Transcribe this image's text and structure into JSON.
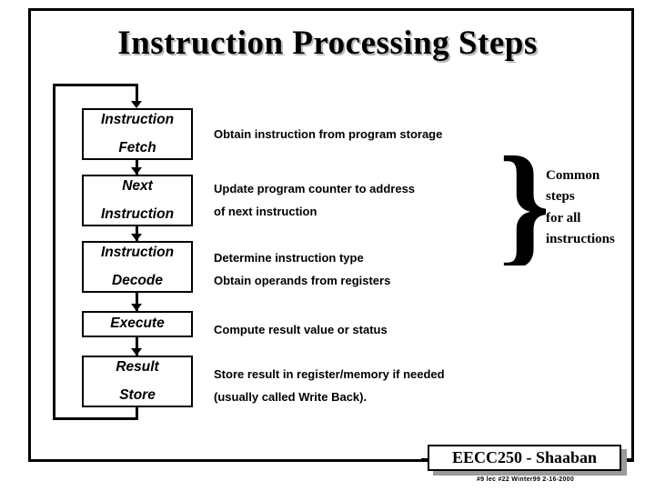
{
  "slide": {
    "title": "Instruction Processing Steps",
    "steps": [
      {
        "id": "fetch",
        "lines": [
          "Instruction",
          "Fetch"
        ],
        "description": [
          "Obtain instruction from program storage"
        ]
      },
      {
        "id": "next",
        "lines": [
          "Next",
          "Instruction"
        ],
        "description": [
          "Update program counter to address",
          "of next instruction"
        ]
      },
      {
        "id": "decode",
        "lines": [
          "Instruction",
          "Decode"
        ],
        "description": [
          "Determine instruction type",
          "Obtain operands from registers"
        ]
      },
      {
        "id": "exec",
        "lines": [
          "Execute"
        ],
        "description": [
          "Compute result value or status"
        ]
      },
      {
        "id": "store",
        "lines": [
          "Result",
          "Store"
        ],
        "description": [
          "Store result in register/memory if needed",
          "(usually called Write Back)."
        ]
      }
    ],
    "brace": "}",
    "common_note": [
      "Common",
      "steps",
      "for all",
      "instructions"
    ],
    "footer": {
      "plaque": "EECC250 - Shaaban",
      "meta": "#9  lec #22  Winter99  2-16-2000"
    },
    "colors": {
      "ink": "#000000",
      "title_shadow": "#b9b9b9",
      "plaque_shadow": "#9a9a9a",
      "background": "#ffffff"
    }
  }
}
